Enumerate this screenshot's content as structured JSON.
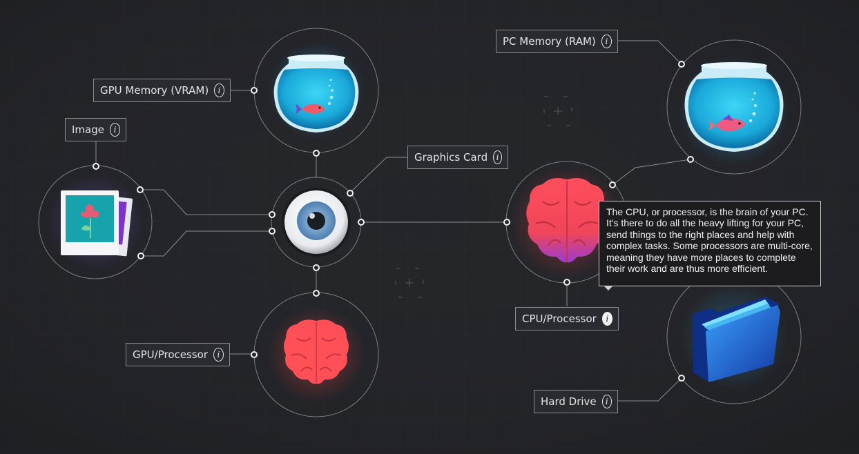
{
  "labels": {
    "gpu_memory": "GPU Memory (VRAM)",
    "image": "Image",
    "graphics_card": "Graphics Card",
    "gpu_processor": "GPU/Processor",
    "pc_memory": "PC Memory (RAM)",
    "cpu_processor": "CPU/Processor",
    "hard_drive": "Hard Drive"
  },
  "info_glyph": "i",
  "tooltip": {
    "text": "The CPU, or processor, is the brain of your PC. It's there to do all the heavy lifting for your PC, send things to the right places and help with complex tasks. Some processors are multi-core, meaning they have more places to complete their work and are thus more efficient."
  },
  "icons": {
    "gpu_memory": "fishbowl-icon",
    "image": "photo-stack-icon",
    "graphics_card": "eye-icon",
    "gpu_processor": "brain-icon",
    "pc_memory": "fishbowl-icon",
    "cpu_processor": "brain-icon",
    "hard_drive": "folder-icon"
  },
  "colors": {
    "background": "#24252a",
    "ring": "#7e7f84",
    "water": "#23b2e0",
    "brain": "#f24b57",
    "folder": "#1d4fb4",
    "tooltip_bg": "#1c1c1e"
  }
}
